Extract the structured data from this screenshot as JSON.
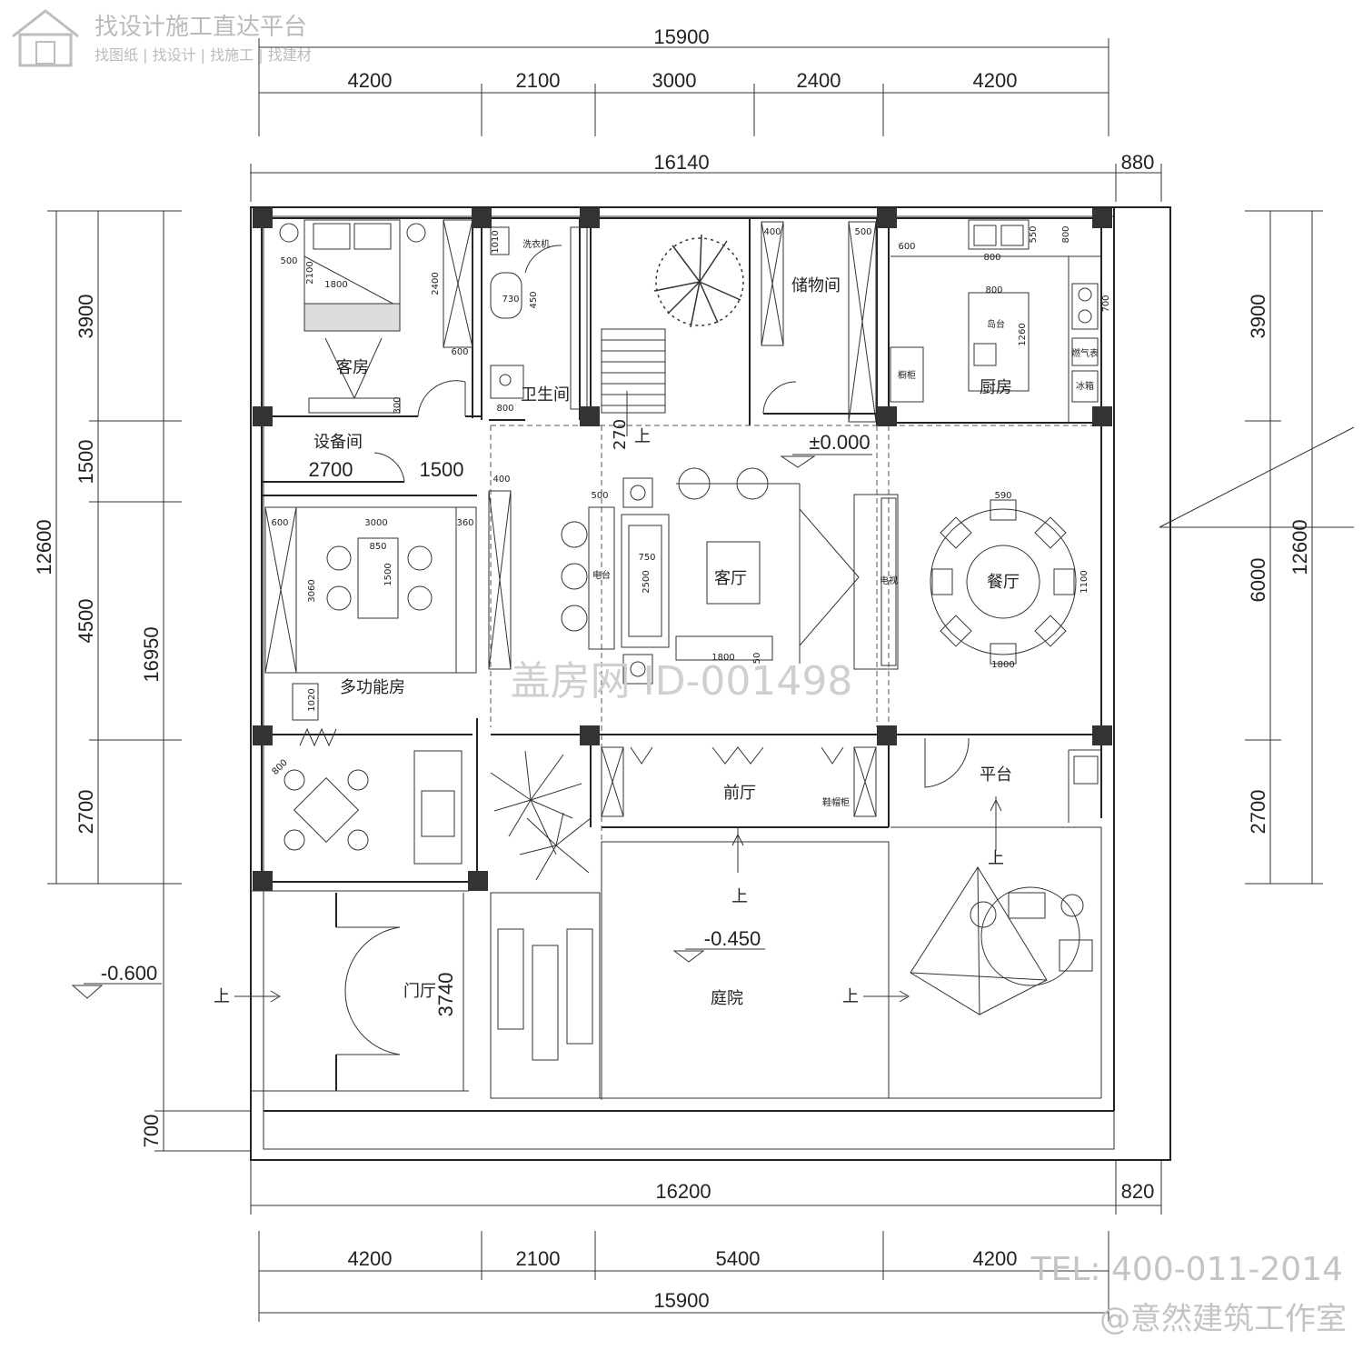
{
  "branding": {
    "platform": "找设计施工直达平台",
    "services": "找图纸 | 找设计 | 找施工 | 找建材"
  },
  "watermark": {
    "id": "盖房网 ID-001498",
    "tel": "TEL: 400-011-2014",
    "studio": "@意然建筑工作室"
  },
  "dimensions": {
    "top_total": "15900",
    "top_segments": [
      "4200",
      "2100",
      "3000",
      "2400",
      "4200"
    ],
    "top_overall": "16140",
    "top_right": "880",
    "bottom_overall": "16200",
    "bottom_right": "820",
    "bottom_segments": [
      "4200",
      "2100",
      "5400",
      "4200"
    ],
    "bottom_total": "15900",
    "left_segments": [
      "3900",
      "1500",
      "4500",
      "2700"
    ],
    "left_total": "12600",
    "left_overall": "16950",
    "left_bottom": "700",
    "right_segments": [
      "3900",
      "6000",
      "2700"
    ],
    "right_total": "12600",
    "door_hall_depth": "3740",
    "equip_width": "2700",
    "corridor_width": "1500"
  },
  "rooms": {
    "guest": "客房",
    "bath": "卫生间",
    "storage": "储物间",
    "kitchen": "厨房",
    "equipment": "设备间",
    "living": "客厅",
    "dining": "餐厅",
    "multi": "多功能房",
    "front_hall": "前厅",
    "platform": "平台",
    "door_hall": "门厅",
    "courtyard": "庭院",
    "island": "岛台",
    "shoe_cabinet": "鞋帽柜",
    "washer": "洗衣机",
    "gas": "燃气表",
    "fridge": "冰箱",
    "cabinet": "橱柜",
    "tv": "电视",
    "side": "电台"
  },
  "levels": {
    "main": "±0.000",
    "courtyard": "-0.450",
    "entry": "-0.600",
    "up": "上"
  },
  "furniture_dims": {
    "bed_w": "1800",
    "bed_l": "2100",
    "bed_side": "500",
    "wardrobe": "2400",
    "wardrobe_d": "600",
    "tv_cab": "300",
    "bath_a": "800",
    "bath_b": "1010",
    "bath_c": "730",
    "bath_d": "450",
    "storage_a": "400",
    "storage_b": "500",
    "kit_a": "600",
    "kit_b": "800",
    "kit_c": "550",
    "kit_d": "800",
    "kit_e": "800",
    "kit_f": "1260",
    "kit_g": "700",
    "kit_h": "800",
    "living_a": "500",
    "living_b": "750",
    "living_c": "2500",
    "living_d": "1800",
    "living_e": "50",
    "shelf": "400",
    "dining_a": "590",
    "dining_b": "1100",
    "dining_c": "1800",
    "multi_a": "600",
    "multi_b": "3000",
    "multi_c": "360",
    "multi_d": "3060",
    "multi_e": "850",
    "multi_f": "1500",
    "multi_g": "1020",
    "mahjong": "800"
  }
}
